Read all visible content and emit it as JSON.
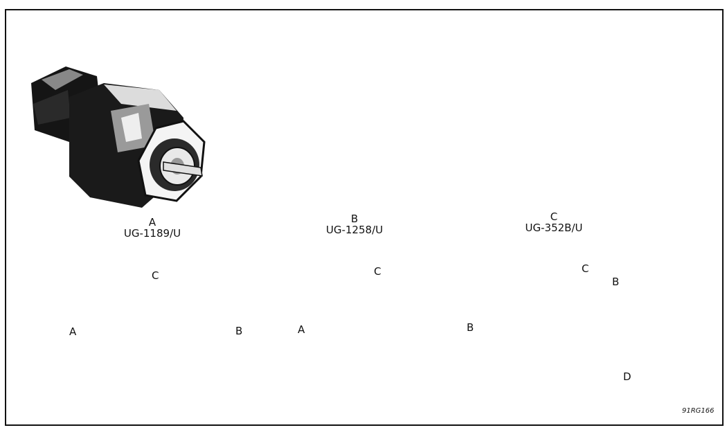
{
  "connectors": [
    {
      "letter": "A",
      "part": "UG-1189/U"
    },
    {
      "letter": "B",
      "part": "UG-1258/U"
    },
    {
      "letter": "C",
      "part": "UG-352B/U"
    }
  ],
  "dims": {
    "a": {
      "c": "C",
      "a": "A",
      "b": "B"
    },
    "b": {
      "c": "C",
      "a": "A",
      "b": "B"
    },
    "c": {
      "c": "C",
      "b": "B",
      "d": "D"
    }
  },
  "figure_id": "91RG166"
}
